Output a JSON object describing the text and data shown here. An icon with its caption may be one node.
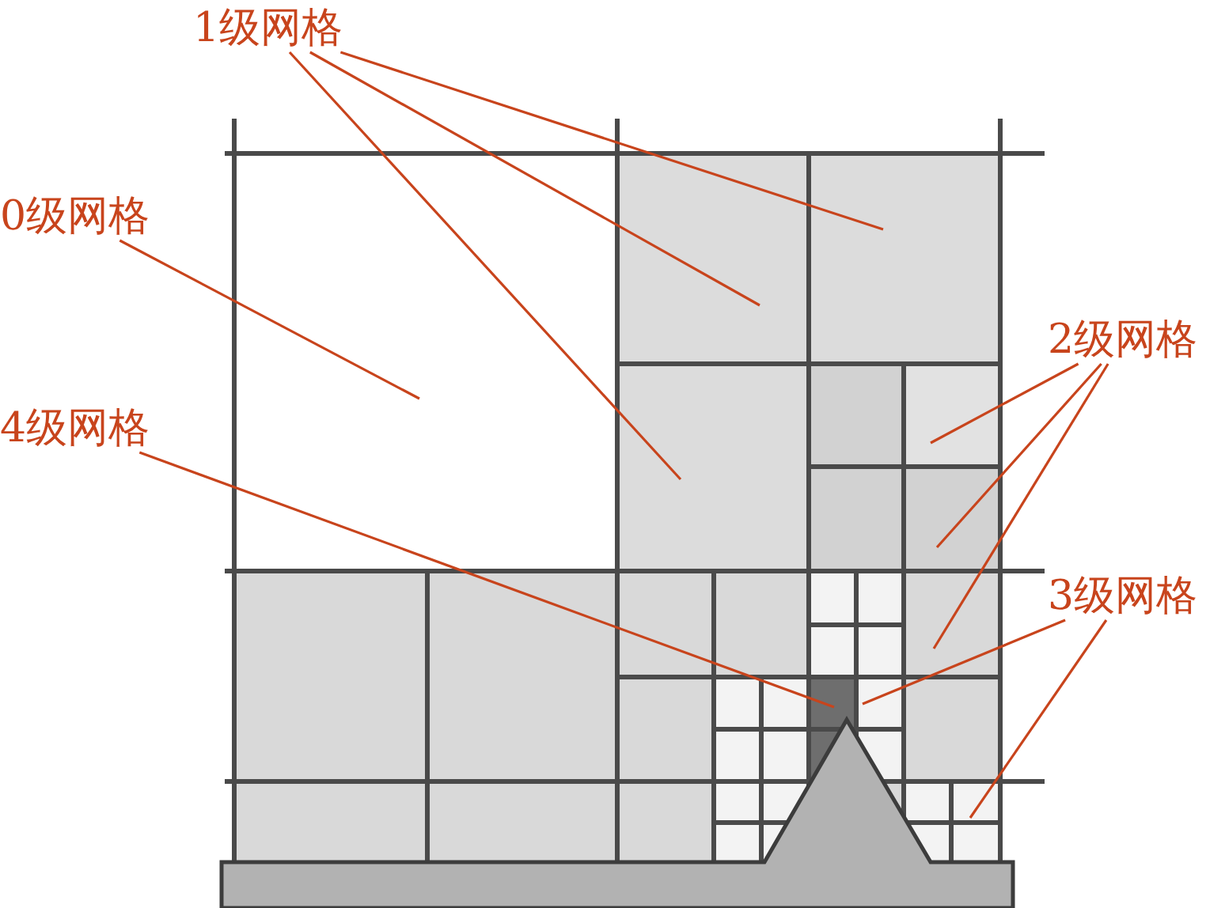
{
  "diagram": {
    "nodes": [
      {
        "text": [
          "1级网格"
        ]
      },
      {
        "text": [
          "0级网格"
        ]
      },
      {
        "text": [
          "2级网格"
        ]
      },
      {
        "text": [
          "4级网格"
        ]
      },
      {
        "text": [
          "3级网格"
        ]
      }
    ],
    "edges": [
      {
        "from": 0,
        "to": null,
        "arrow": "none"
      },
      {
        "from": 0,
        "to": null,
        "arrow": "none"
      },
      {
        "from": 0,
        "to": null,
        "arrow": "none"
      },
      {
        "from": 1,
        "to": null,
        "arrow": "none"
      },
      {
        "from": 2,
        "to": null,
        "arrow": "none"
      },
      {
        "from": 2,
        "to": null,
        "arrow": "none"
      },
      {
        "from": 2,
        "to": null,
        "arrow": "none"
      },
      {
        "from": 3,
        "to": null,
        "arrow": "none"
      },
      {
        "from": 4,
        "to": null,
        "arrow": "none"
      },
      {
        "from": 4,
        "to": null,
        "arrow": "none"
      }
    ]
  }
}
